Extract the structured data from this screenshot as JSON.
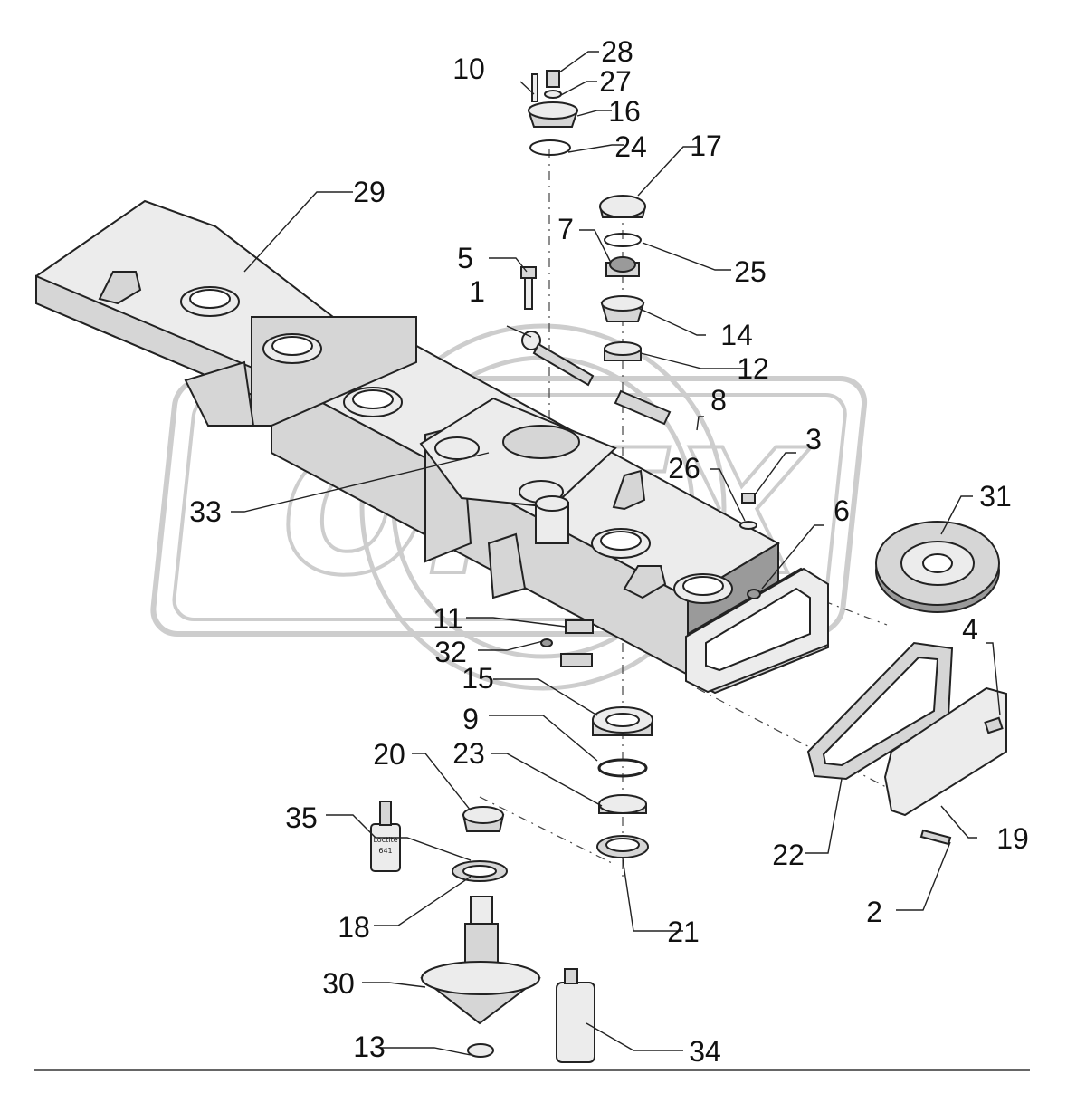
{
  "watermark": {
    "text": "OPEX",
    "color": "#c8c8c8"
  },
  "loctite_label": {
    "line1": "Loctite",
    "line2": "641"
  },
  "callouts": [
    {
      "id": "1",
      "label": "1"
    },
    {
      "id": "2",
      "label": "2"
    },
    {
      "id": "3",
      "label": "3"
    },
    {
      "id": "4",
      "label": "4"
    },
    {
      "id": "5",
      "label": "5"
    },
    {
      "id": "6",
      "label": "6"
    },
    {
      "id": "7",
      "label": "7"
    },
    {
      "id": "8",
      "label": "8"
    },
    {
      "id": "9",
      "label": "9"
    },
    {
      "id": "10",
      "label": "10"
    },
    {
      "id": "11",
      "label": "11"
    },
    {
      "id": "12",
      "label": "12"
    },
    {
      "id": "13",
      "label": "13"
    },
    {
      "id": "14",
      "label": "14"
    },
    {
      "id": "15",
      "label": "15"
    },
    {
      "id": "16",
      "label": "16"
    },
    {
      "id": "17",
      "label": "17"
    },
    {
      "id": "18",
      "label": "18"
    },
    {
      "id": "19",
      "label": "19"
    },
    {
      "id": "20",
      "label": "20"
    },
    {
      "id": "21",
      "label": "21"
    },
    {
      "id": "22",
      "label": "22"
    },
    {
      "id": "23",
      "label": "23"
    },
    {
      "id": "24",
      "label": "24"
    },
    {
      "id": "25",
      "label": "25"
    },
    {
      "id": "26",
      "label": "26"
    },
    {
      "id": "27",
      "label": "27"
    },
    {
      "id": "28",
      "label": "28"
    },
    {
      "id": "29",
      "label": "29"
    },
    {
      "id": "30",
      "label": "30"
    },
    {
      "id": "31",
      "label": "31"
    },
    {
      "id": "32",
      "label": "32"
    },
    {
      "id": "33",
      "label": "33"
    },
    {
      "id": "34",
      "label": "34"
    },
    {
      "id": "35",
      "label": "35"
    }
  ]
}
